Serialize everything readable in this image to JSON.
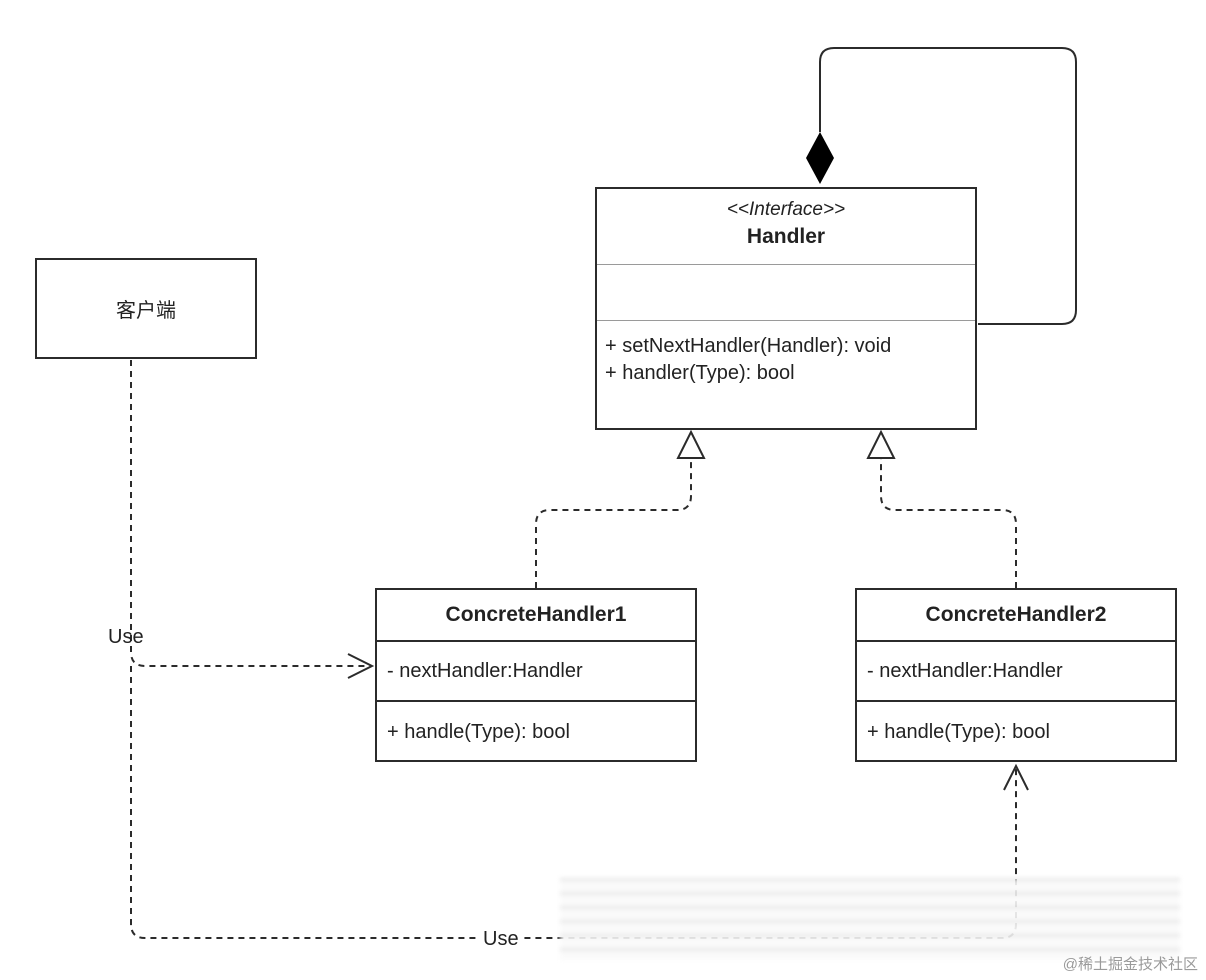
{
  "client": {
    "label": "客户端"
  },
  "handler": {
    "stereotype": "<<Interface>>",
    "name": "Handler",
    "operations": [
      "+ setNextHandler(Handler): void",
      "+ handler(Type): bool"
    ]
  },
  "concrete1": {
    "name": "ConcreteHandler1",
    "attribute": "- nextHandler:Handler",
    "operation": "+ handle(Type): bool"
  },
  "concrete2": {
    "name": "ConcreteHandler2",
    "attribute": "- nextHandler:Handler",
    "operation": "+ handle(Type): bool"
  },
  "edges": {
    "use_label_1": "Use",
    "use_label_2": "Use"
  },
  "watermark": "@稀土掘金技术社区"
}
